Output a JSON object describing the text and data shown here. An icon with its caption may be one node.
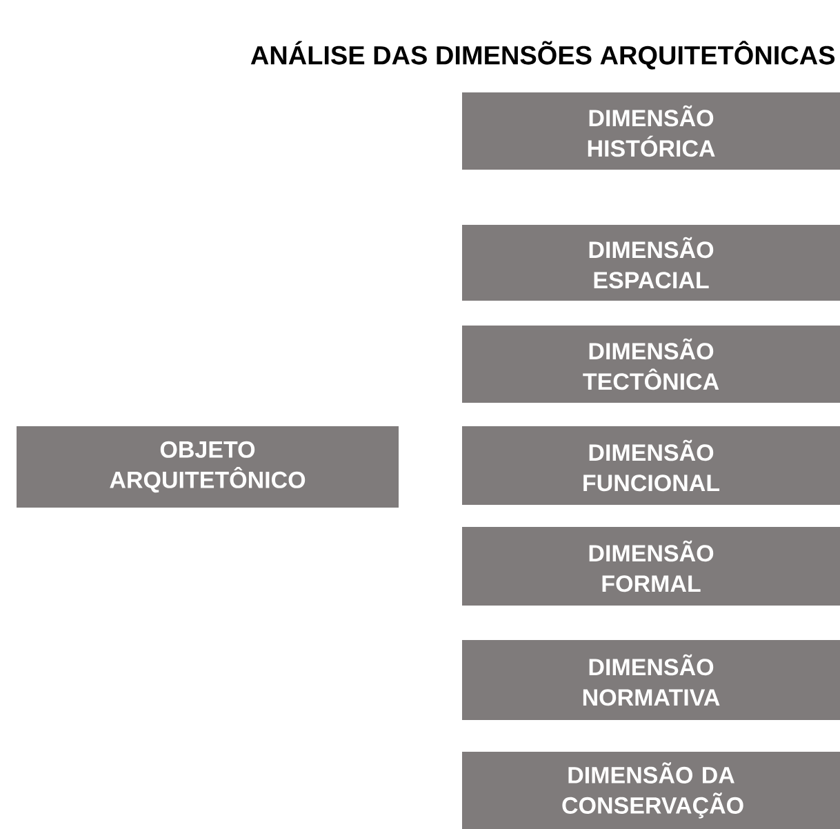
{
  "diagram": {
    "title": "ANÁLISE DAS DIMENSÕES ARQUITETÔNICAS",
    "nodes": [
      {
        "text": [
          "OBJETO ARQUITETÔNICO"
        ]
      },
      {
        "text": [
          "DIMENSÃO HISTÓRICA"
        ]
      },
      {
        "text": [
          "DIMENSÃO ESPACIAL"
        ]
      },
      {
        "text": [
          "DIMENSÃO TECTÔNICA"
        ]
      },
      {
        "text": [
          "DIMENSÃO FUNCIONAL"
        ]
      },
      {
        "text": [
          "DIMENSÃO FORMAL"
        ]
      },
      {
        "text": [
          "DIMENSÃO NORMATIVA"
        ]
      },
      {
        "text": [
          "DIMENSÃO DA CONSERVAÇÃO"
        ]
      }
    ]
  }
}
